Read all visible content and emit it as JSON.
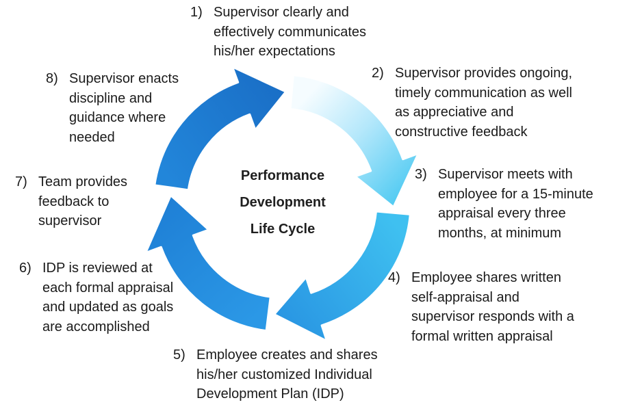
{
  "center": {
    "line1": "Performance",
    "line2": "Development",
    "line3": "Life Cycle"
  },
  "steps": [
    {
      "num": "1)",
      "text": "Supervisor clearly and\neffectively communicates\nhis/her expectations"
    },
    {
      "num": "2)",
      "text": "Supervisor provides ongoing,\ntimely communication as well\nas appreciative and\nconstructive feedback"
    },
    {
      "num": "3)",
      "text": "Supervisor meets with\nemployee for a 15-minute\nappraisal every three\nmonths, at minimum"
    },
    {
      "num": "4)",
      "text": "Employee shares written\nself-appraisal and\nsupervisor responds with a\nformal written appraisal"
    },
    {
      "num": "5)",
      "text": "Employee creates and shares\nhis/her customized Individual\nDevelopment Plan (IDP)"
    },
    {
      "num": "6)",
      "text": "IDP is reviewed at\neach formal appraisal\nand updated as goals\nare accomplished"
    },
    {
      "num": "7)",
      "text": "Team provides\nfeedback to\nsupervisor"
    },
    {
      "num": "8)",
      "text": "Supervisor enacts\ndiscipline and\nguidance where\nneeded"
    }
  ],
  "colors": {
    "arrow_deep": "#1c74cc",
    "arrow_mid": "#2a96e4",
    "arrow_light": "#48c8f2",
    "arrow_pale": "#ecf9ff"
  }
}
